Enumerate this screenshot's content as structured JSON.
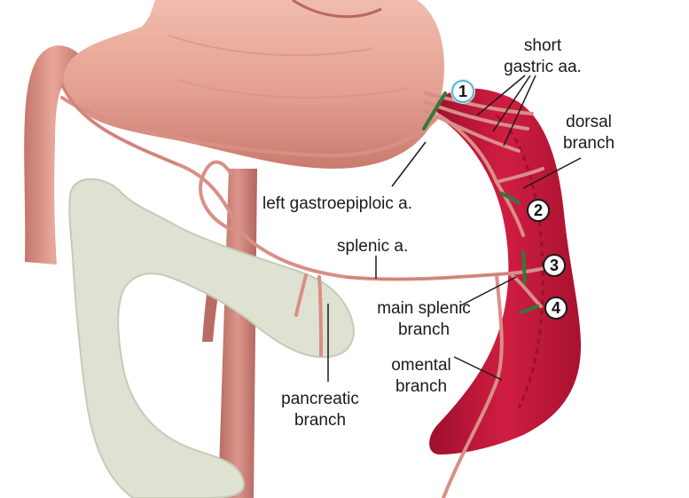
{
  "labels": {
    "short_gastric": [
      "short",
      "gastric aa."
    ],
    "dorsal_branch": [
      "dorsal",
      "branch"
    ],
    "left_gastroepiploic": "left gastroepiploic a.",
    "splenic_artery": "splenic a.",
    "main_splenic_branch": [
      "main splenic",
      "branch"
    ],
    "omental_branch": [
      "omental",
      "branch"
    ],
    "pancreatic_branch": [
      "pancreatic",
      "branch"
    ]
  },
  "markers": [
    "1",
    "2",
    "3",
    "4"
  ],
  "colors": {
    "stomach": "#e8a79a",
    "spleen": "#c8183a",
    "pancreas": "#dfe2d2",
    "artery": "#d98f86",
    "ligature": "#2f7a3a",
    "marker_ring": "#5ab4d6"
  }
}
